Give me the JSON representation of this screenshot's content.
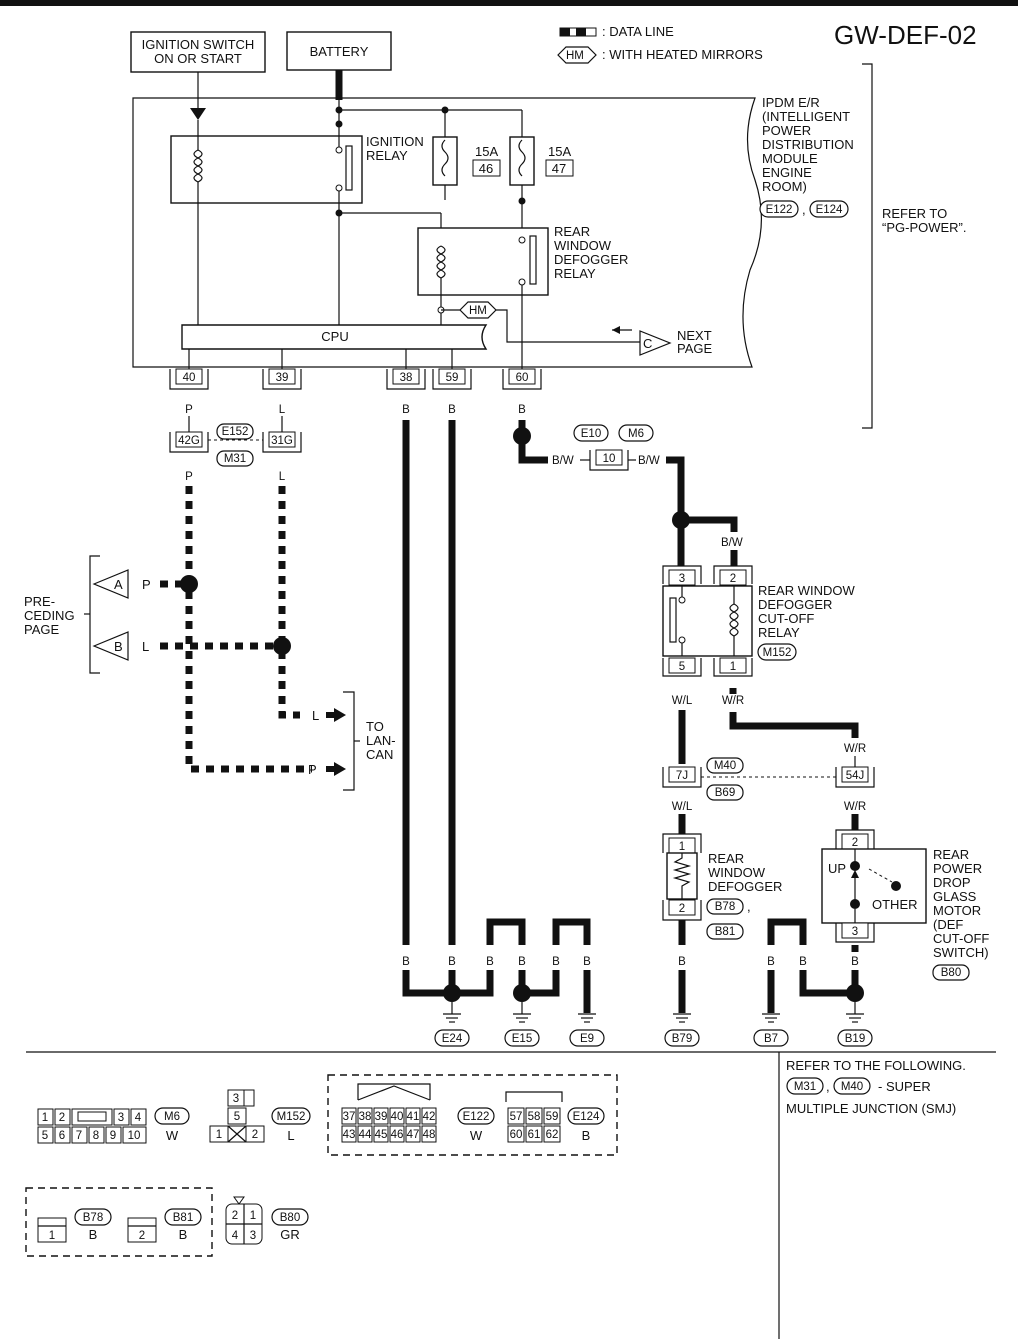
{
  "diagram": {
    "code": "GW-DEF-02",
    "legend": {
      "data_line": ": DATA LINE",
      "hm_tag": "HM",
      "hm_text": ": WITH HEATED MIRRORS"
    },
    "sources": {
      "ignition_l1": "IGNITION SWITCH",
      "ignition_l2": "ON OR START",
      "battery": "BATTERY"
    },
    "ipdm": {
      "lines": [
        "IPDM E/R",
        "(INTELLIGENT",
        "POWER",
        "DISTRIBUTION",
        "MODULE",
        "ENGINE",
        "ROOM)"
      ],
      "conn_a": "E122",
      "conn_sep": ",",
      "conn_b": "E124",
      "refer_l1": "REFER TO",
      "refer_l2": "“PG-POWER”.",
      "ign_relay": [
        "IGNITION",
        "RELAY"
      ],
      "fuse1_amp": "15A",
      "fuse1_no": "46",
      "fuse2_amp": "15A",
      "fuse2_no": "47",
      "rear_relay": [
        "REAR",
        "WINDOW",
        "DEFOGGER",
        "RELAY"
      ],
      "hm": "HM",
      "cpu": "CPU",
      "next_tag": "C",
      "next_l1": "NEXT",
      "next_l2": "PAGE",
      "pins": [
        "40",
        "39",
        "38",
        "59",
        "60"
      ]
    },
    "wires": {
      "p": "P",
      "l": "L",
      "b": "B",
      "bw": "B/W",
      "wl": "W/L",
      "wr": "W/R"
    },
    "junction_left": {
      "pin_a": "42G",
      "pin_b": "31G",
      "conn_a": "E152",
      "conn_b": "M31"
    },
    "preceding": {
      "l1": "PRE-",
      "l2": "CEDING",
      "l3": "PAGE",
      "tag_a": "A",
      "tag_b": "B"
    },
    "to_lancan": {
      "l1": "TO",
      "l2": "LAN-",
      "l3": "CAN"
    },
    "junction_e10": {
      "pin": "10",
      "conn_a": "E10",
      "conn_b": "M6"
    },
    "cutoff_relay": {
      "pins": [
        "3",
        "2",
        "5",
        "1"
      ],
      "lines": [
        "REAR WINDOW",
        "DEFOGGER",
        "CUT-OFF",
        "RELAY"
      ],
      "conn": "M152"
    },
    "junction_m40": {
      "pin_a": "7J",
      "pin_b": "54J",
      "conn_a": "M40",
      "conn_b": "B69"
    },
    "defogger": {
      "pins": [
        "1",
        "2"
      ],
      "lines": [
        "REAR",
        "WINDOW",
        "DEFOGGER"
      ],
      "conn_a": "B78",
      "conn_sep": ",",
      "conn_b": "B81"
    },
    "motor": {
      "pins": [
        "2",
        "3"
      ],
      "up": "UP",
      "other": "OTHER",
      "lines": [
        "REAR",
        "POWER",
        "DROP",
        "GLASS",
        "MOTOR",
        "(DEF",
        "CUT-OFF",
        "SWITCH)"
      ],
      "conn": "B80"
    },
    "grounds": [
      "E24",
      "E15",
      "E9",
      "B79",
      "B7",
      "B19"
    ]
  },
  "connectors": {
    "m6": {
      "row1": [
        "1",
        "2",
        "",
        "3",
        "4"
      ],
      "row2": [
        "5",
        "6",
        "7",
        "8",
        "9",
        "10"
      ],
      "name": "M6",
      "color": "W"
    },
    "m152": {
      "top": "3",
      "mid": "5",
      "left": "1",
      "right": "2",
      "name": "M152",
      "color": "L"
    },
    "e122": {
      "row1": [
        "37",
        "38",
        "39",
        "40",
        "41",
        "42"
      ],
      "row2": [
        "43",
        "44",
        "45",
        "46",
        "47",
        "48"
      ],
      "name": "E122",
      "color": "W"
    },
    "e124": {
      "row1": [
        "57",
        "58",
        "59"
      ],
      "row2": [
        "60",
        "61",
        "62"
      ],
      "name": "E124",
      "color": "B"
    },
    "b78": {
      "pin": "1",
      "name": "B78",
      "color": "B"
    },
    "b81": {
      "pin": "2",
      "name": "B81",
      "color": "B"
    },
    "b80": {
      "pins": [
        "2",
        "1",
        "4",
        "3"
      ],
      "name": "B80",
      "color": "GR"
    }
  },
  "refer_following": {
    "l1": "REFER TO THE FOLLOWING.",
    "conn_a": "M31",
    "conn_sep": ",",
    "conn_b": "M40",
    "suffix": "- SUPER",
    "l3": "MULTIPLE JUNCTION (SMJ)"
  }
}
